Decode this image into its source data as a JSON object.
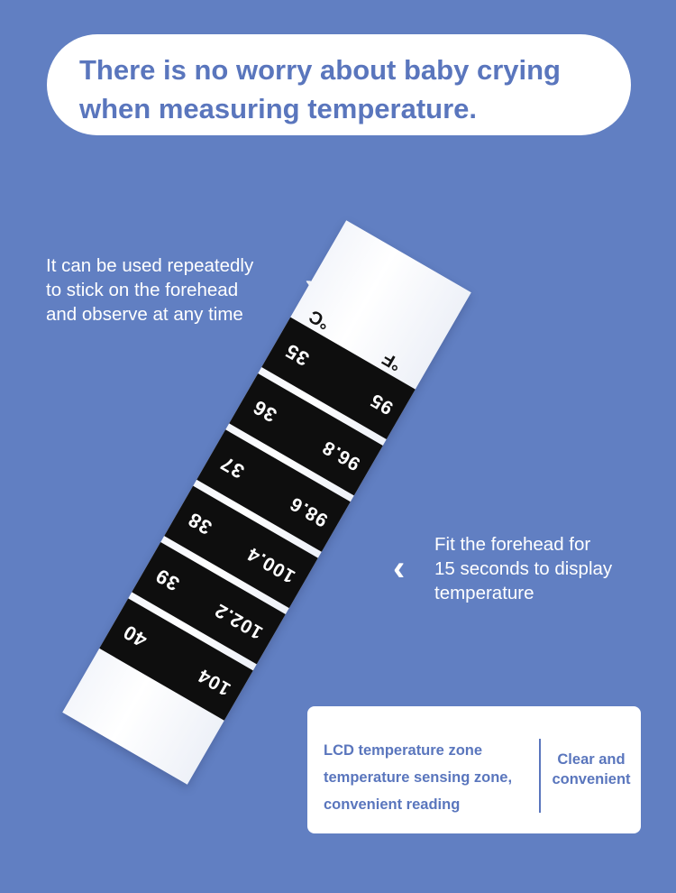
{
  "headline": {
    "line1": "There is no worry about baby crying",
    "line2": "when measuring temperature."
  },
  "callout_top": {
    "line1": "It can be used repeatedly",
    "line2": "to stick on the forehead",
    "line3": "and observe at any time",
    "arrow": "›"
  },
  "callout_mid": {
    "line1": "Fit the forehead for",
    "line2": "15 seconds to display",
    "line3": "temperature",
    "arrow": "‹"
  },
  "strip": {
    "celsius_unit": "°C",
    "fahrenheit_unit": "°F",
    "rows": [
      {
        "c": "35",
        "f": "95"
      },
      {
        "c": "36",
        "f": "96.8"
      },
      {
        "c": "37",
        "f": "98.6"
      },
      {
        "c": "38",
        "f": "100.4"
      },
      {
        "c": "39",
        "f": "102.2"
      },
      {
        "c": "40",
        "f": "104"
      }
    ]
  },
  "info_card": {
    "left_line1": "LCD temperature zone",
    "left_line2": "temperature sensing zone,",
    "left_line3": "convenient reading",
    "right_line1": "Clear and",
    "right_line2": "convenient"
  },
  "colors": {
    "background": "#617fc2",
    "accent_text": "#5a76bd",
    "strip_black": "#0e0e0e"
  }
}
